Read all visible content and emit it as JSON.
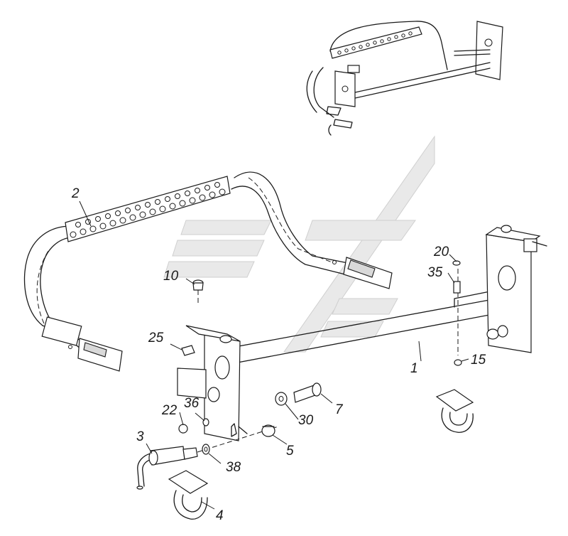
{
  "callouts": [
    {
      "id": "c1",
      "text": "1"
    },
    {
      "id": "c2",
      "text": "2"
    },
    {
      "id": "c3",
      "text": "3"
    },
    {
      "id": "c4",
      "text": "4"
    },
    {
      "id": "c5",
      "text": "5"
    },
    {
      "id": "c7",
      "text": "7"
    },
    {
      "id": "c10",
      "text": "10"
    },
    {
      "id": "c15",
      "text": "15"
    },
    {
      "id": "c20",
      "text": "20"
    },
    {
      "id": "c22",
      "text": "22"
    },
    {
      "id": "c25",
      "text": "25"
    },
    {
      "id": "c30",
      "text": "30"
    },
    {
      "id": "c35",
      "text": "35"
    },
    {
      "id": "c36",
      "text": "36"
    },
    {
      "id": "c38",
      "text": "38"
    }
  ],
  "colors": {
    "line": "#1a1a1a",
    "part_fill": "#d9d9d9",
    "watermark": "#e9e9e9"
  }
}
